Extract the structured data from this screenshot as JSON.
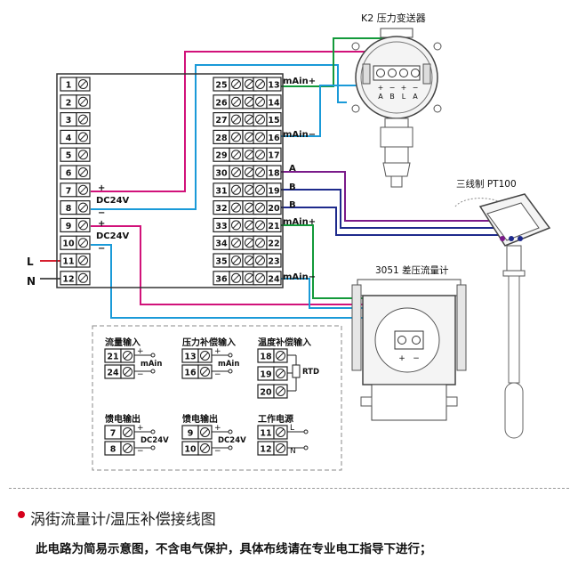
{
  "transmitter": {
    "title": "K2 压力变送器",
    "terminal_signs": [
      "+",
      "−",
      "+",
      "−"
    ],
    "terminal_letters": [
      "A",
      "B",
      "L",
      "A"
    ]
  },
  "flowmeter": {
    "title": "3051 差压流量计",
    "terminal_signs": [
      "+",
      "−"
    ]
  },
  "sensor": {
    "title": "三线制 PT100"
  },
  "terminals_left": [
    "1",
    "2",
    "3",
    "4",
    "5",
    "6",
    "7",
    "8",
    "9",
    "10",
    "11",
    "12"
  ],
  "left_labels": {
    "t7_sign": "+",
    "t7_text": "DC24V",
    "t8_sign": "−",
    "t9_sign": "+",
    "t9_text": "DC24V",
    "t10_sign": "−",
    "L": "L",
    "N": "N"
  },
  "terminals_mid": [
    "25",
    "26",
    "27",
    "28",
    "29",
    "30",
    "31",
    "32",
    "33",
    "34",
    "35",
    "36"
  ],
  "terminals_right": [
    "13",
    "14",
    "15",
    "16",
    "17",
    "18",
    "19",
    "20",
    "21",
    "22",
    "23",
    "24"
  ],
  "right_labels": {
    "r13": "mAin+",
    "r16": "mAin−",
    "r18": "A",
    "r19": "B",
    "r20": "B",
    "r21": "mAin+",
    "r24": "mAin−"
  },
  "legend": {
    "flow": {
      "title": "流量输入",
      "t1": "21",
      "t2": "24",
      "p": "+",
      "m": "−",
      "unit": "mAin"
    },
    "pressure": {
      "title": "压力补偿输入",
      "t1": "13",
      "t2": "16",
      "p": "+",
      "m": "−",
      "unit": "mAin"
    },
    "temperature": {
      "title": "温度补偿输入",
      "t1": "18",
      "t2": "19",
      "t3": "20",
      "unit": "RTD"
    },
    "feed1": {
      "title": "馈电输出",
      "t1": "7",
      "t2": "8",
      "p": "+",
      "m": "−",
      "unit": "DC24V"
    },
    "feed2": {
      "title": "馈电输出",
      "t1": "9",
      "t2": "10",
      "p": "+",
      "m": "−",
      "unit": "DC24V"
    },
    "power": {
      "title": "工作电源",
      "t1": "11",
      "t2": "12",
      "L": "L",
      "N": "N"
    }
  },
  "wire_colors": {
    "magenta": "#d1127a",
    "blue": "#1a9ad8",
    "green": "#139a3a",
    "purple": "#7a1a8a",
    "navy": "#1e2a8c",
    "red": "#d61e2e"
  },
  "caption": "涡街流量计/温压补偿接线图",
  "note": "此电路为简易示意图，不含电气保护，具体布线请在专业电工指导下进行；"
}
